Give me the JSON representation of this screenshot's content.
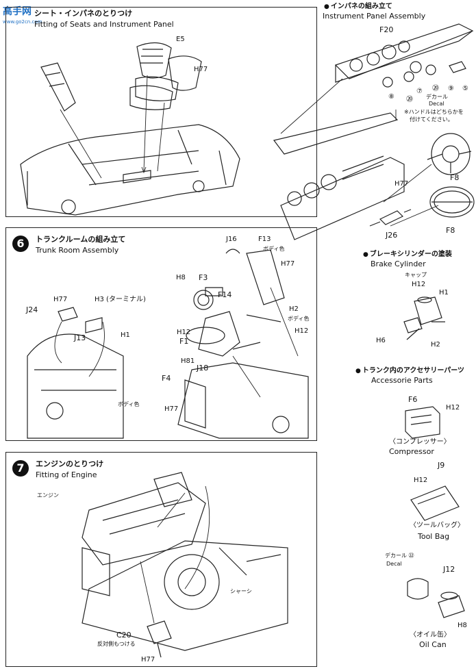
{
  "watermark": {
    "text": "高手网",
    "url": "www.go2cn.com"
  },
  "step5": {
    "title_jp": "シート・インパネのとりつけ",
    "title_en": "Fitting of Seats and Instrument Panel",
    "labels": {
      "e5": "E5",
      "h77": "H77"
    }
  },
  "instrument": {
    "title_jp": "インパネの組み立て",
    "title_en": "Instrument Panel Assembly",
    "labels": {
      "f20": "F20",
      "n8": "⑧",
      "n20a": "⑳",
      "n7": "⑦",
      "n20b": "⑳",
      "n9": "⑨",
      "n5": "⑤",
      "decal_jp": "デカール",
      "decal_en": "Decal",
      "note1": "※ハンドルはどちらかを",
      "note2": "付けてください。",
      "f8a": "F8",
      "f8b": "F8",
      "h77": "H77",
      "j26": "J26"
    }
  },
  "step6": {
    "number": "6",
    "title_jp": "トランクルームの組み立て",
    "title_en": "Trunk Room Assembly",
    "labels": {
      "j16": "J16",
      "f13": "F13",
      "body1": "ボディ色",
      "h77a": "H77",
      "h8": "H8",
      "f3": "F3",
      "f14": "F14",
      "h2a": "H2",
      "body2": "ボディ色",
      "h12a": "H12",
      "f1": "F1",
      "h12b": "H12",
      "h81": "H81",
      "j18": "J18",
      "f4": "F4",
      "h77b": "H77",
      "j24": "J24",
      "h77c": "H77",
      "h3term": "H3 (ターミナル)",
      "j13": "J13",
      "h1": "H1",
      "body3": "ボディ色"
    }
  },
  "brake": {
    "title_jp": "ブレーキシリンダーの塗装",
    "title_en": "Brake Cylinder",
    "labels": {
      "cap": "キャップ",
      "h12": "H12",
      "h1": "H1",
      "h6": "H6",
      "h2": "H2"
    }
  },
  "accessory": {
    "title_jp": "トランク内のアクセサリーパーツ",
    "title_en": "Accessorie Parts",
    "compressor": {
      "part": "F6",
      "paint": "H12",
      "jp": "〈コンプレッサー〉",
      "en": "Compressor"
    },
    "toolbag": {
      "part": "J9",
      "paint": "H12",
      "jp": "〈ツールバッグ〉",
      "en": "Tool Bag"
    },
    "oilcan": {
      "decal_jp": "デカール ㉒",
      "decal_en": "Decal",
      "part": "J12",
      "paint": "H8",
      "jp": "〈オイル缶〉",
      "en": "Oil Can"
    }
  },
  "step7": {
    "number": "7",
    "title_jp": "エンジンのとりつけ",
    "title_en": "Fitting of Engine",
    "labels": {
      "engine": "エンジン",
      "chassis": "シャーシ",
      "c20": "C20",
      "c20note": "反対側もつける",
      "h77": "H77"
    }
  }
}
